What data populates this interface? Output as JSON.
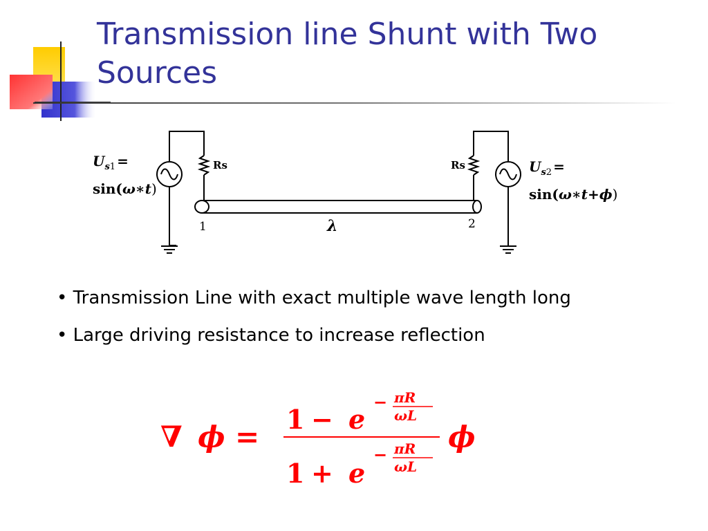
{
  "slide": {
    "title": "Transmission line Shunt with Two Sources",
    "colors": {
      "title": "#333399",
      "formula": "#ff0000",
      "deco_yellow": "#ffcc00",
      "deco_blue": "#3333cc",
      "deco_red": "#ff3333"
    }
  },
  "circuit": {
    "source1": {
      "u": "U",
      "sub": "s",
      "num": "1",
      "eq": "=",
      "sin": "sin(",
      "omega": "ω",
      "op": "∗",
      "t": "t",
      "close": ")"
    },
    "source2": {
      "u": "U",
      "sub": "s",
      "num": "2",
      "eq": "=",
      "sin": "sin(",
      "omega": "ω",
      "op": "∗",
      "t": "t",
      "plus": "+",
      "phi": "ϕ",
      "close": ")"
    },
    "resistor_left_label": "Rs",
    "resistor_right_label": "Rs",
    "node_left_label": "1",
    "node_right_label": "2",
    "line_label": "λ"
  },
  "bullets": [
    "Transmission Line with exact multiple wave length long",
    "Large driving resistance to increase reflection"
  ],
  "formula": {
    "nabla": "∇",
    "phi": "ϕ",
    "eq": "=",
    "one": "1",
    "minus": "−",
    "plus": "+",
    "e": "e",
    "exp_sign": "−",
    "exp_num": "πR",
    "exp_den": "ωL",
    "rhs_phi": "ϕ"
  }
}
